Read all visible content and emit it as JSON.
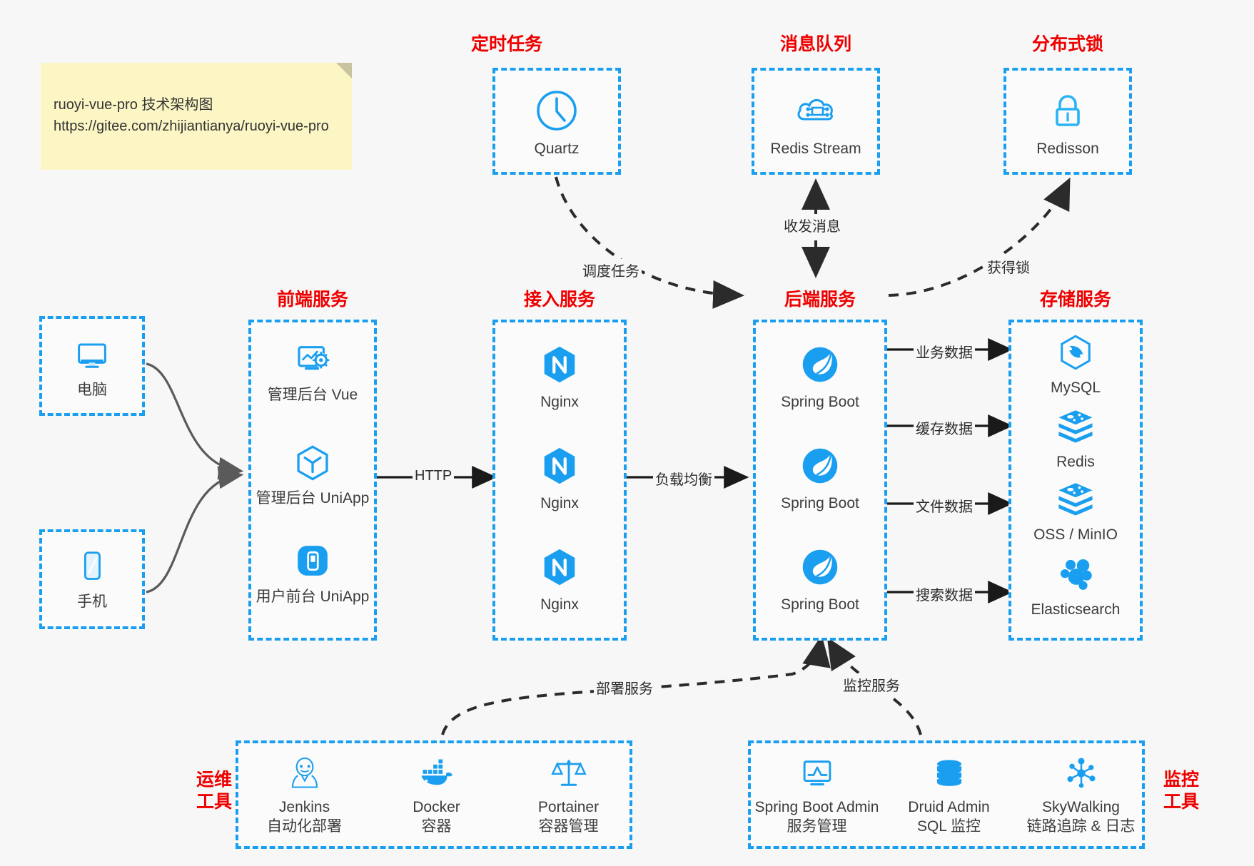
{
  "note": {
    "line1": "ruoyi-vue-pro 技术架构图",
    "line2": "https://gitee.com/zhijiantianya/ruoyi-vue-pro",
    "text": "ruoyi-vue-pro 技术架构图\nhttps://gitee.com/zhijiantianya/ruoyi-vue-pro"
  },
  "colors": {
    "group_border": "#1a9ff0",
    "group_title": "#ee0000",
    "icon_blue": "#1a9ff0",
    "icon_blue_dark": "#0b8fe0",
    "text": "#3c3c3c",
    "edge_solid": "#1a1a1a",
    "edge_dashed": "#2b2b2b",
    "client_edge": "#5a5a5a",
    "background": "#f7f7f7",
    "note_bg": "#fbf6c4"
  },
  "groups": {
    "scheduler": {
      "title": "定时任务",
      "items": [
        {
          "label": "Quartz",
          "icon": "clock-icon"
        }
      ]
    },
    "mq": {
      "title": "消息队列",
      "items": [
        {
          "label": "Redis Stream",
          "icon": "cloud-stream-icon"
        }
      ]
    },
    "lock": {
      "title": "分布式锁",
      "items": [
        {
          "label": "Redisson",
          "icon": "padlock-icon"
        }
      ]
    },
    "clients": {
      "items": [
        {
          "label": "电脑",
          "icon": "desktop-monitor-icon"
        },
        {
          "label": "手机",
          "icon": "mobile-phone-icon"
        }
      ]
    },
    "frontend": {
      "title": "前端服务",
      "items": [
        {
          "label": "管理后台 Vue",
          "icon": "dashboard-gear-icon"
        },
        {
          "label": "管理后台 UniApp",
          "icon": "hexagon-uniapp-icon"
        },
        {
          "label": "用户前台 UniApp",
          "icon": "rounded-mobile-icon"
        }
      ]
    },
    "gateway": {
      "title": "接入服务",
      "items": [
        {
          "label": "Nginx",
          "icon": "nginx-icon"
        },
        {
          "label": "Nginx",
          "icon": "nginx-icon"
        },
        {
          "label": "Nginx",
          "icon": "nginx-icon"
        }
      ]
    },
    "backend": {
      "title": "后端服务",
      "items": [
        {
          "label": "Spring Boot",
          "icon": "spring-leaf-icon"
        },
        {
          "label": "Spring Boot",
          "icon": "spring-leaf-icon"
        },
        {
          "label": "Spring Boot",
          "icon": "spring-leaf-icon"
        }
      ]
    },
    "storage": {
      "title": "存储服务",
      "items": [
        {
          "label": "MySQL",
          "icon": "mysql-dolphin-icon"
        },
        {
          "label": "Redis",
          "icon": "redis-stack-icon"
        },
        {
          "label": "OSS / MinIO",
          "icon": "redis-stack-icon"
        },
        {
          "label": "Elasticsearch",
          "icon": "elasticsearch-cluster-icon"
        }
      ]
    },
    "devops": {
      "title": "运维\n工具",
      "title_line1": "运维",
      "title_line2": "工具",
      "items": [
        {
          "label": "Jenkins",
          "sublabel": "自动化部署",
          "icon": "jenkins-butler-icon"
        },
        {
          "label": "Docker",
          "sublabel": "容器",
          "icon": "docker-whale-icon"
        },
        {
          "label": "Portainer",
          "sublabel": "容器管理",
          "icon": "scales-balance-icon"
        }
      ]
    },
    "monitoring": {
      "title": "监控\n工具",
      "title_line1": "监控",
      "title_line2": "工具",
      "items": [
        {
          "label": "Spring Boot Admin",
          "sublabel": "服务管理",
          "icon": "monitor-chart-icon"
        },
        {
          "label": "Druid Admin",
          "sublabel": "SQL 监控",
          "icon": "database-cylinder-icon"
        },
        {
          "label": "SkyWalking",
          "sublabel": "链路追踪 & 日志",
          "icon": "network-nodes-icon"
        }
      ]
    }
  },
  "edges": [
    {
      "id": "http",
      "label": "HTTP",
      "style": "solid",
      "from": "frontend",
      "to": "gateway"
    },
    {
      "id": "load-balance",
      "label": "负载均衡",
      "style": "solid",
      "from": "gateway",
      "to": "backend"
    },
    {
      "id": "schedule-task",
      "label": "调度任务",
      "style": "dashed",
      "from": "scheduler",
      "to": "backend"
    },
    {
      "id": "send-receive-message",
      "label": "收发消息",
      "style": "dashed-bidirectional",
      "from": "mq",
      "to": "backend"
    },
    {
      "id": "acquire-lock",
      "label": "获得锁",
      "style": "dashed",
      "from": "backend",
      "to": "lock"
    },
    {
      "id": "business-data",
      "label": "业务数据",
      "style": "solid",
      "from": "backend",
      "to": "mysql"
    },
    {
      "id": "cache-data",
      "label": "缓存数据",
      "style": "solid",
      "from": "backend",
      "to": "redis"
    },
    {
      "id": "file-data",
      "label": "文件数据",
      "style": "solid",
      "from": "backend",
      "to": "oss"
    },
    {
      "id": "search-data",
      "label": "搜索数据",
      "style": "solid",
      "from": "backend",
      "to": "elasticsearch"
    },
    {
      "id": "deploy-service",
      "label": "部署服务",
      "style": "dashed",
      "from": "devops",
      "to": "backend"
    },
    {
      "id": "monitor-service",
      "label": "监控服务",
      "style": "dashed",
      "from": "monitoring",
      "to": "backend"
    }
  ]
}
